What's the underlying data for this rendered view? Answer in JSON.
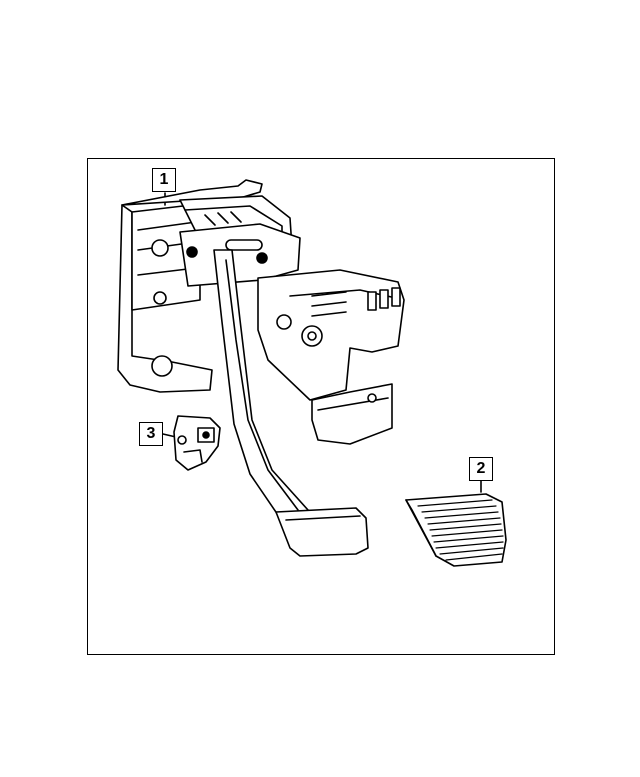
{
  "diagram": {
    "callouts": [
      {
        "id": "callout-1",
        "label": "1",
        "part": "pedal-assembly"
      },
      {
        "id": "callout-2",
        "label": "2",
        "part": "pedal-pad"
      },
      {
        "id": "callout-3",
        "label": "3",
        "part": "switch"
      }
    ]
  }
}
